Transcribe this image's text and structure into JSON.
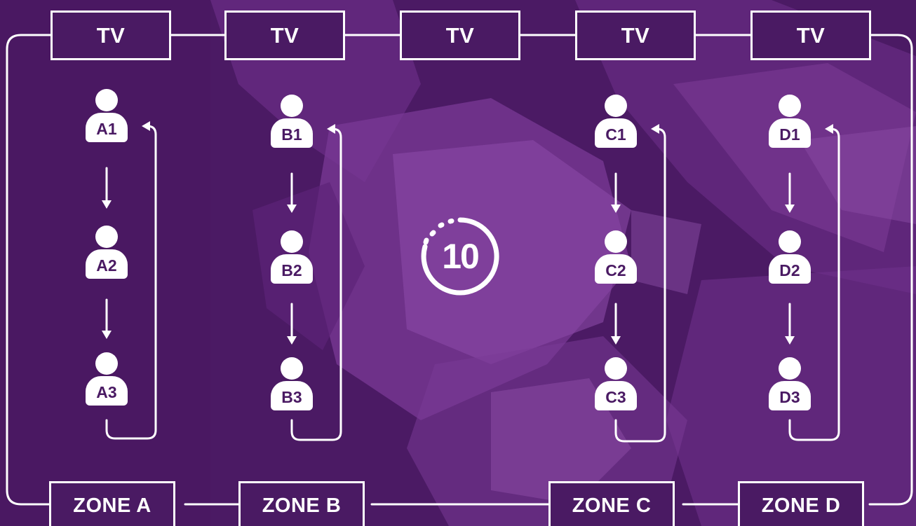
{
  "tv_boxes": [
    {
      "label": "TV"
    },
    {
      "label": "TV"
    },
    {
      "label": "TV"
    },
    {
      "label": "TV"
    },
    {
      "label": "TV"
    }
  ],
  "zones": [
    {
      "label": "ZONE A",
      "players": [
        "A1",
        "A2",
        "A3"
      ]
    },
    {
      "label": "ZONE B",
      "players": [
        "B1",
        "B2",
        "B3"
      ]
    },
    {
      "label": "ZONE C",
      "players": [
        "C1",
        "C2",
        "C3"
      ]
    },
    {
      "label": "ZONE D",
      "players": [
        "D1",
        "D2",
        "D3"
      ]
    }
  ],
  "timer": {
    "value": "10",
    "icon": "timer-icon"
  },
  "colors": {
    "background": "#4a1a63",
    "accent": "#ffffff"
  }
}
